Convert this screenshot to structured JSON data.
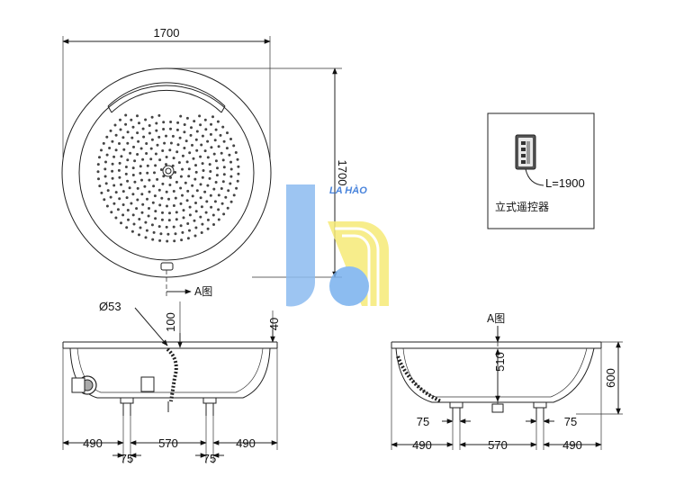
{
  "top_view": {
    "width_label": "1700",
    "height_label": "1700",
    "section_label": "A图"
  },
  "remote": {
    "cable_label": "L=1900",
    "caption": "立式遥控器"
  },
  "watermark": {
    "brand_text": "LA HÀO",
    "colors": {
      "blue": "#3d8fe0",
      "yellow": "#f3e24a"
    }
  },
  "left_side": {
    "pipe_label": "Ø53",
    "dim_100": "100",
    "dim_40": "40",
    "bottom_dims": [
      "490",
      "570",
      "490"
    ],
    "foot_dims": [
      "75",
      "75"
    ]
  },
  "right_side": {
    "section_label": "A图",
    "dim_510": "510",
    "dim_600": "600",
    "bottom_dims": [
      "490",
      "570",
      "490"
    ],
    "foot_dims": [
      "75",
      "75"
    ]
  }
}
